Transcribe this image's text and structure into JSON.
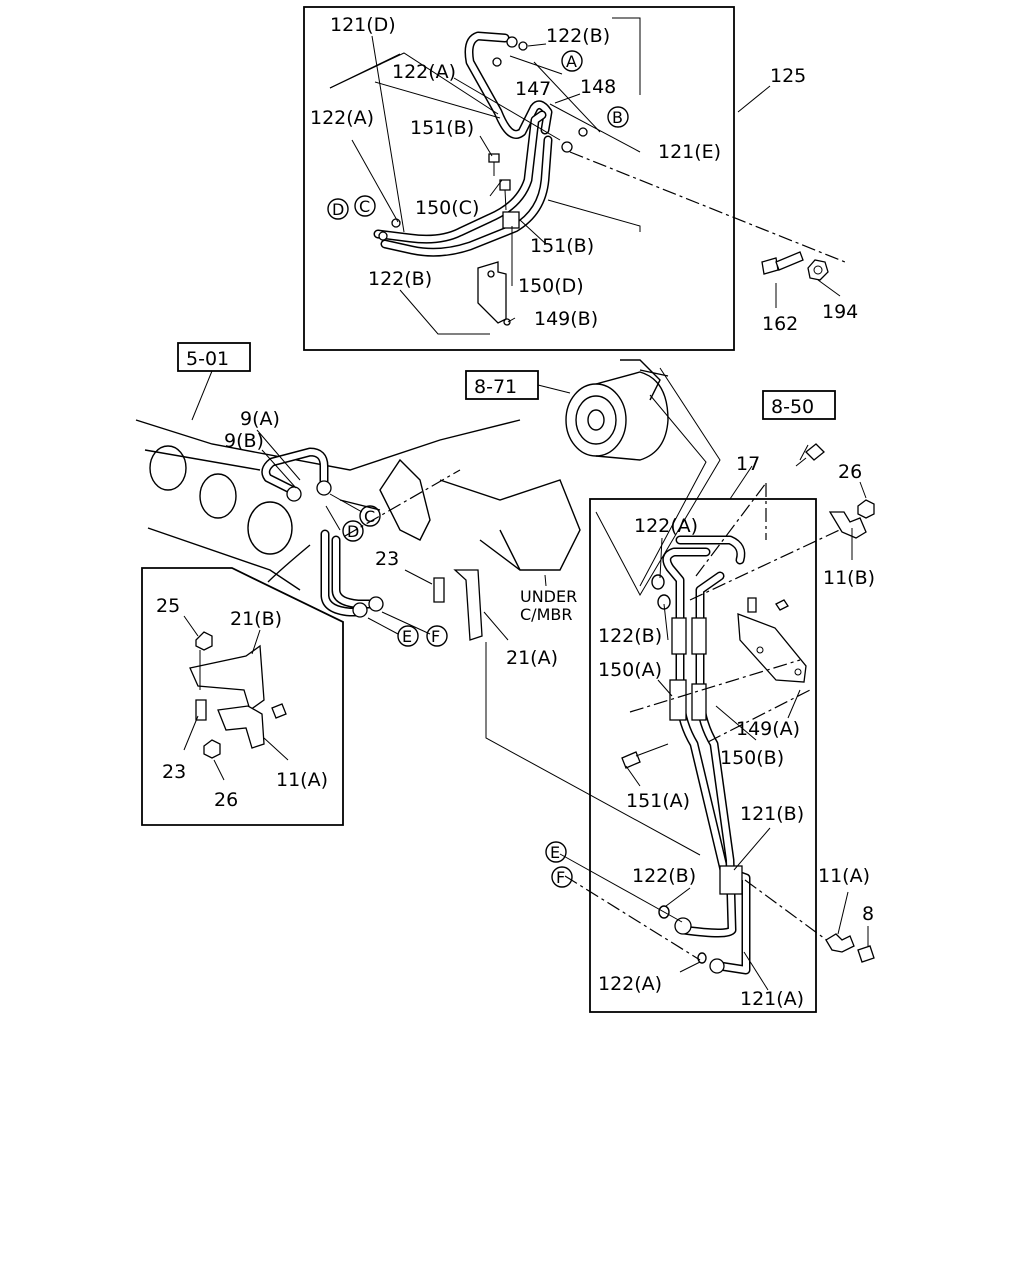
{
  "labels": {
    "p121D": "121(D)",
    "p122B_top": "122(B)",
    "p122A_top": "122(A)",
    "p147": "147",
    "p148": "148",
    "p125": "125",
    "p122A_left": "122(A)",
    "p151B_top": "151(B)",
    "p121E": "121(E)",
    "p150C": "150(C)",
    "p151B_mid": "151(B)",
    "p122B_mid": "122(B)",
    "p150D": "150(D)",
    "p149B": "149(B)",
    "p162": "162",
    "p194": "194",
    "ref501": "5-01",
    "ref871": "8-71",
    "ref850": "8-50",
    "p9A": "9(A)",
    "p9B": "9(B)",
    "p17": "17",
    "p26_right": "26",
    "p11B": "11(B)",
    "p23_mid": "23",
    "p21A": "21(A)",
    "under1": "UNDER",
    "under2": "C/MBR",
    "p122A_r1": "122(A)",
    "p122B_r1": "122(B)",
    "p150A": "150(A)",
    "p149A": "149(A)",
    "p150B": "150(B)",
    "p151A": "151(A)",
    "p121B": "121(B)",
    "p122B_r2": "122(B)",
    "p11A_right": "11(A)",
    "p8": "8",
    "p122A_r2": "122(A)",
    "p121A": "121(A)",
    "p25": "25",
    "p21B": "21(B)",
    "p23_box": "23",
    "p26_box": "26",
    "p11A_box": "11(A)"
  },
  "callouts": {
    "A": "A",
    "B": "B",
    "C_top": "C",
    "D_top": "D",
    "C_mid": "C",
    "D_mid": "D",
    "E_mid": "E",
    "F_mid": "F",
    "E_right": "E",
    "F_right": "F"
  }
}
